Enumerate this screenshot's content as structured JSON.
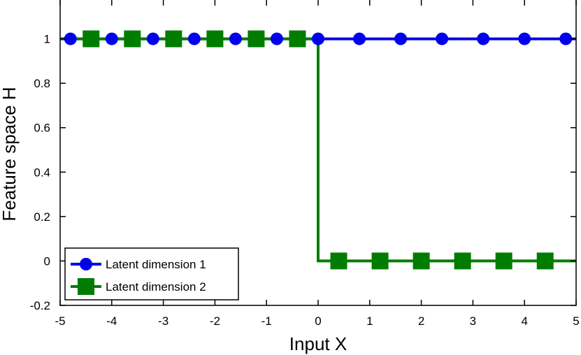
{
  "chart_data": {
    "type": "line",
    "xlabel": "Input X",
    "ylabel": "Feature space H",
    "xlim": [
      -5,
      5
    ],
    "ylim": [
      -0.2,
      1.2
    ],
    "xticks": [
      -5,
      -4,
      -3,
      -2,
      -1,
      0,
      1,
      2,
      3,
      4,
      5
    ],
    "xtick_labels": [
      "-5",
      "-4",
      "-3",
      "-2",
      "-1",
      "0",
      "1",
      "2",
      "3",
      "4",
      "5"
    ],
    "yticks": [
      -0.2,
      0,
      0.2,
      0.4,
      0.6,
      0.8,
      1
    ],
    "ytick_labels": [
      "-0.2",
      "0",
      "0.2",
      "0.4",
      "0.6",
      "0.8",
      "1"
    ],
    "grid": false,
    "legend_position": "bottom-left",
    "series": [
      {
        "name": "Latent dimension 1",
        "color": "#0000ee",
        "marker": "circle",
        "line_x": [
          -5,
          5
        ],
        "line_y": [
          1,
          1
        ],
        "marker_x": [
          -4.8,
          -4.0,
          -3.2,
          -2.4,
          -1.6,
          -0.8,
          0.0,
          0.8,
          1.6,
          2.4,
          3.2,
          4.0,
          4.8
        ],
        "marker_y": [
          1,
          1,
          1,
          1,
          1,
          1,
          1,
          1,
          1,
          1,
          1,
          1,
          1
        ]
      },
      {
        "name": "Latent dimension 2",
        "color": "#007d00",
        "marker": "square",
        "line_x": [
          -5,
          0,
          0,
          5
        ],
        "line_y": [
          1,
          1,
          0,
          0
        ],
        "marker_x": [
          -4.4,
          -3.6,
          -2.8,
          -2.0,
          -1.2,
          -0.4,
          0.4,
          1.2,
          2.0,
          2.8,
          3.6,
          4.4
        ],
        "marker_y": [
          1,
          1,
          1,
          1,
          1,
          1,
          0,
          0,
          0,
          0,
          0,
          0
        ]
      }
    ]
  }
}
